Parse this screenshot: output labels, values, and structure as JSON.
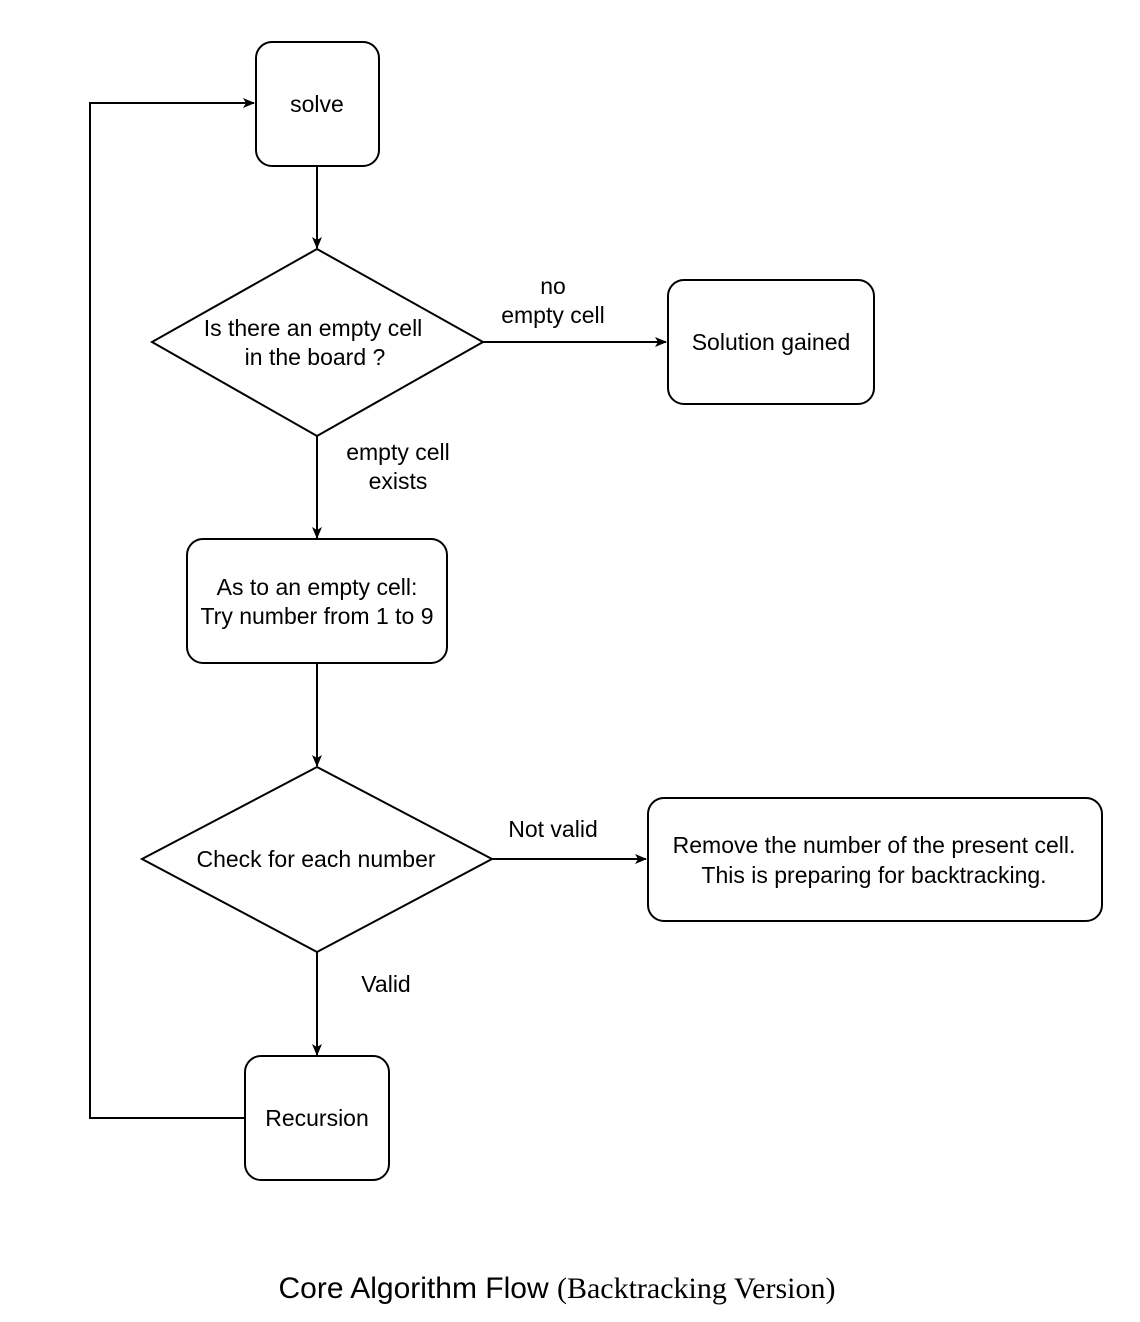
{
  "nodes": {
    "solve": {
      "label": "solve"
    },
    "empty_check": {
      "lines": [
        "Is there an empty cell",
        "in the board ?"
      ]
    },
    "solution": {
      "label": "Solution gained"
    },
    "try_number": {
      "lines": [
        "As to an empty cell:",
        "Try number from 1 to 9"
      ]
    },
    "check_number": {
      "label": "Check for each number"
    },
    "remove": {
      "lines": [
        "Remove the number of the present cell.",
        "This is preparing for backtracking."
      ]
    },
    "recursion": {
      "label": "Recursion"
    }
  },
  "edges": {
    "no_empty": {
      "lines": [
        "no",
        "empty cell"
      ]
    },
    "empty_exists": {
      "lines": [
        "empty cell",
        "exists"
      ]
    },
    "not_valid": {
      "label": "Not valid"
    },
    "valid": {
      "label": "Valid"
    }
  },
  "caption": {
    "sans_part": "Core Algorithm Flow",
    "serif_part": "(Backtracking Version)"
  }
}
